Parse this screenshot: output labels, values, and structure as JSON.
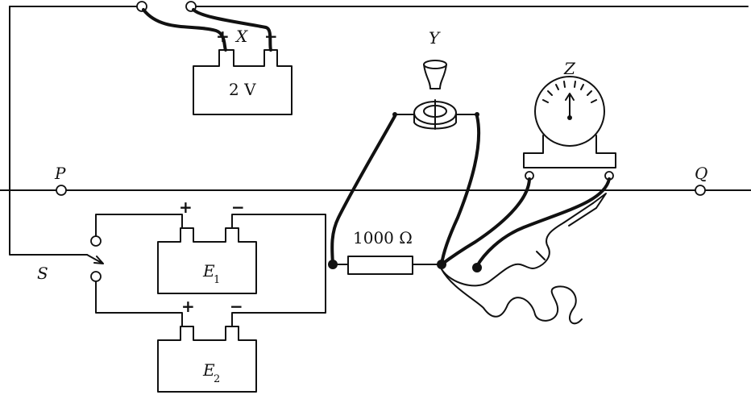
{
  "labels": {
    "p": "P",
    "q": "Q",
    "s": "S",
    "x": "X",
    "y": "Y",
    "z": "Z",
    "e1_letter": "E",
    "e1_sub": "1",
    "e2_letter": "E",
    "e2_sub": "2",
    "driver_cell": "2 V",
    "resistor": "1000 Ω",
    "plus": "+",
    "minus": "−"
  }
}
